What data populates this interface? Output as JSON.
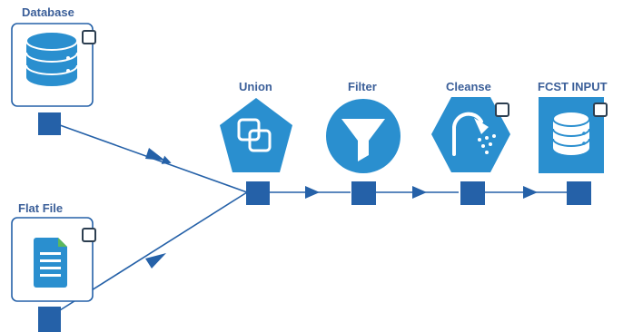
{
  "colors": {
    "primary": "#2a8fcf",
    "anchor": "#2561a8",
    "connector": "#2561a8",
    "label": "#3b5f99",
    "source_border": "#2561a8",
    "badge_border": "#2c3e50"
  },
  "nodes": [
    {
      "id": "database",
      "label": "Database",
      "icon": "database-icon",
      "role": "input-source"
    },
    {
      "id": "flat-file",
      "label": "Flat File",
      "icon": "document-icon",
      "role": "input-source"
    },
    {
      "id": "union",
      "label": "Union",
      "icon": "union-icon",
      "role": "tool"
    },
    {
      "id": "filter",
      "label": "Filter",
      "icon": "funnel-icon",
      "role": "tool"
    },
    {
      "id": "cleanse",
      "label": "Cleanse",
      "icon": "shower-icon",
      "role": "tool"
    },
    {
      "id": "fcst-input",
      "label": "FCST INPUT",
      "icon": "database-icon",
      "role": "output"
    }
  ],
  "connections": [
    {
      "from": "database",
      "to": "union"
    },
    {
      "from": "flat-file",
      "to": "union"
    },
    {
      "from": "union",
      "to": "filter"
    },
    {
      "from": "filter",
      "to": "cleanse"
    },
    {
      "from": "cleanse",
      "to": "fcst-input"
    }
  ]
}
